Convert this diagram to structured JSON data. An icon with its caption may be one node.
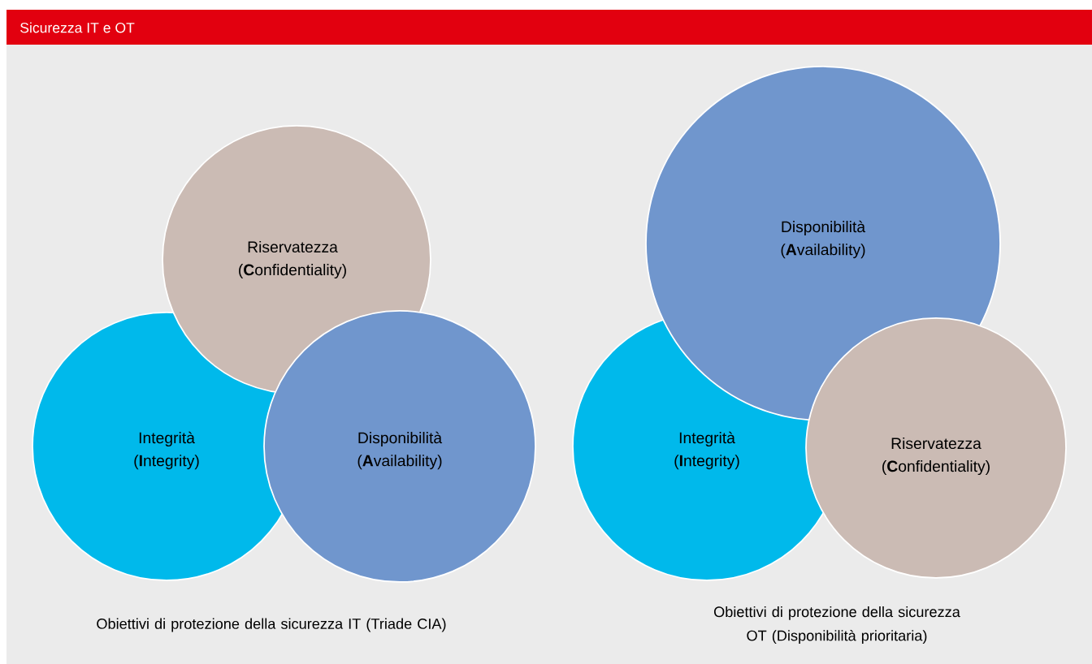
{
  "diagram": {
    "title": "Sicurezza IT e OT",
    "nodes": [
      {
        "text": [
          "Riservatezza",
          "(**C**onfidentiality)"
        ]
      },
      {
        "text": [
          "Integrità",
          "(**I**ntegrity)"
        ]
      },
      {
        "text": [
          "Disponibilità",
          "(**A**vailability)"
        ]
      },
      {
        "text": [
          "Disponibilità",
          "(**A**vailability)"
        ]
      },
      {
        "text": [
          "Integrità",
          "(**I**ntegrity)"
        ]
      },
      {
        "text": [
          "Riservatezza",
          "(**C**onfidentiality)"
        ]
      }
    ],
    "labels": [
      "Obiettivi di protezione della sicurezza IT (Triade CIA)",
      "Obiettivi di protezione della sicurezza OT (Disponibilità prioritaria)"
    ]
  }
}
